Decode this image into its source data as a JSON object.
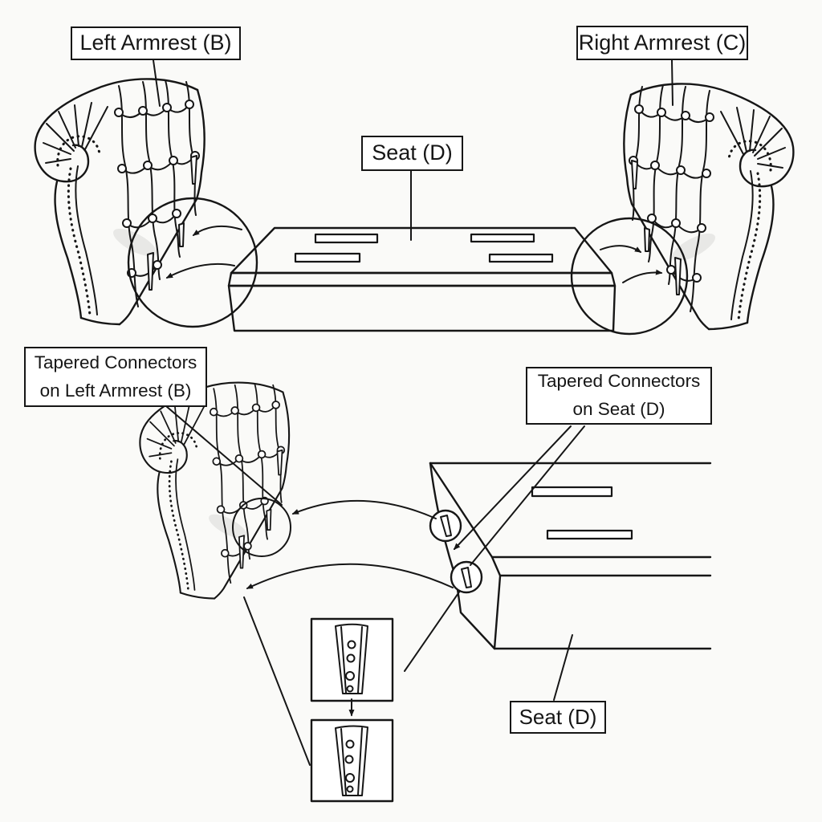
{
  "diagram": {
    "type": "furniture-assembly-instructions",
    "labels": {
      "left_armrest": "Left Armrest (B)",
      "right_armrest": "Right Armrest (C)",
      "seat_top": "Seat (D)",
      "tapered_connectors_left_armrest": "Tapered Connectors on Left Armrest (B)",
      "tapered_connectors_seat": "Tapered Connectors on Seat (D)",
      "seat_bottom": "Seat (D)"
    },
    "parts": {
      "armrest_connector_count_visible": 3,
      "seat_slot_count": 4,
      "detail_boxes": 2
    },
    "colors": {
      "line": "#161616",
      "background": "#fafaf8",
      "label_bg": "#ffffff"
    }
  }
}
